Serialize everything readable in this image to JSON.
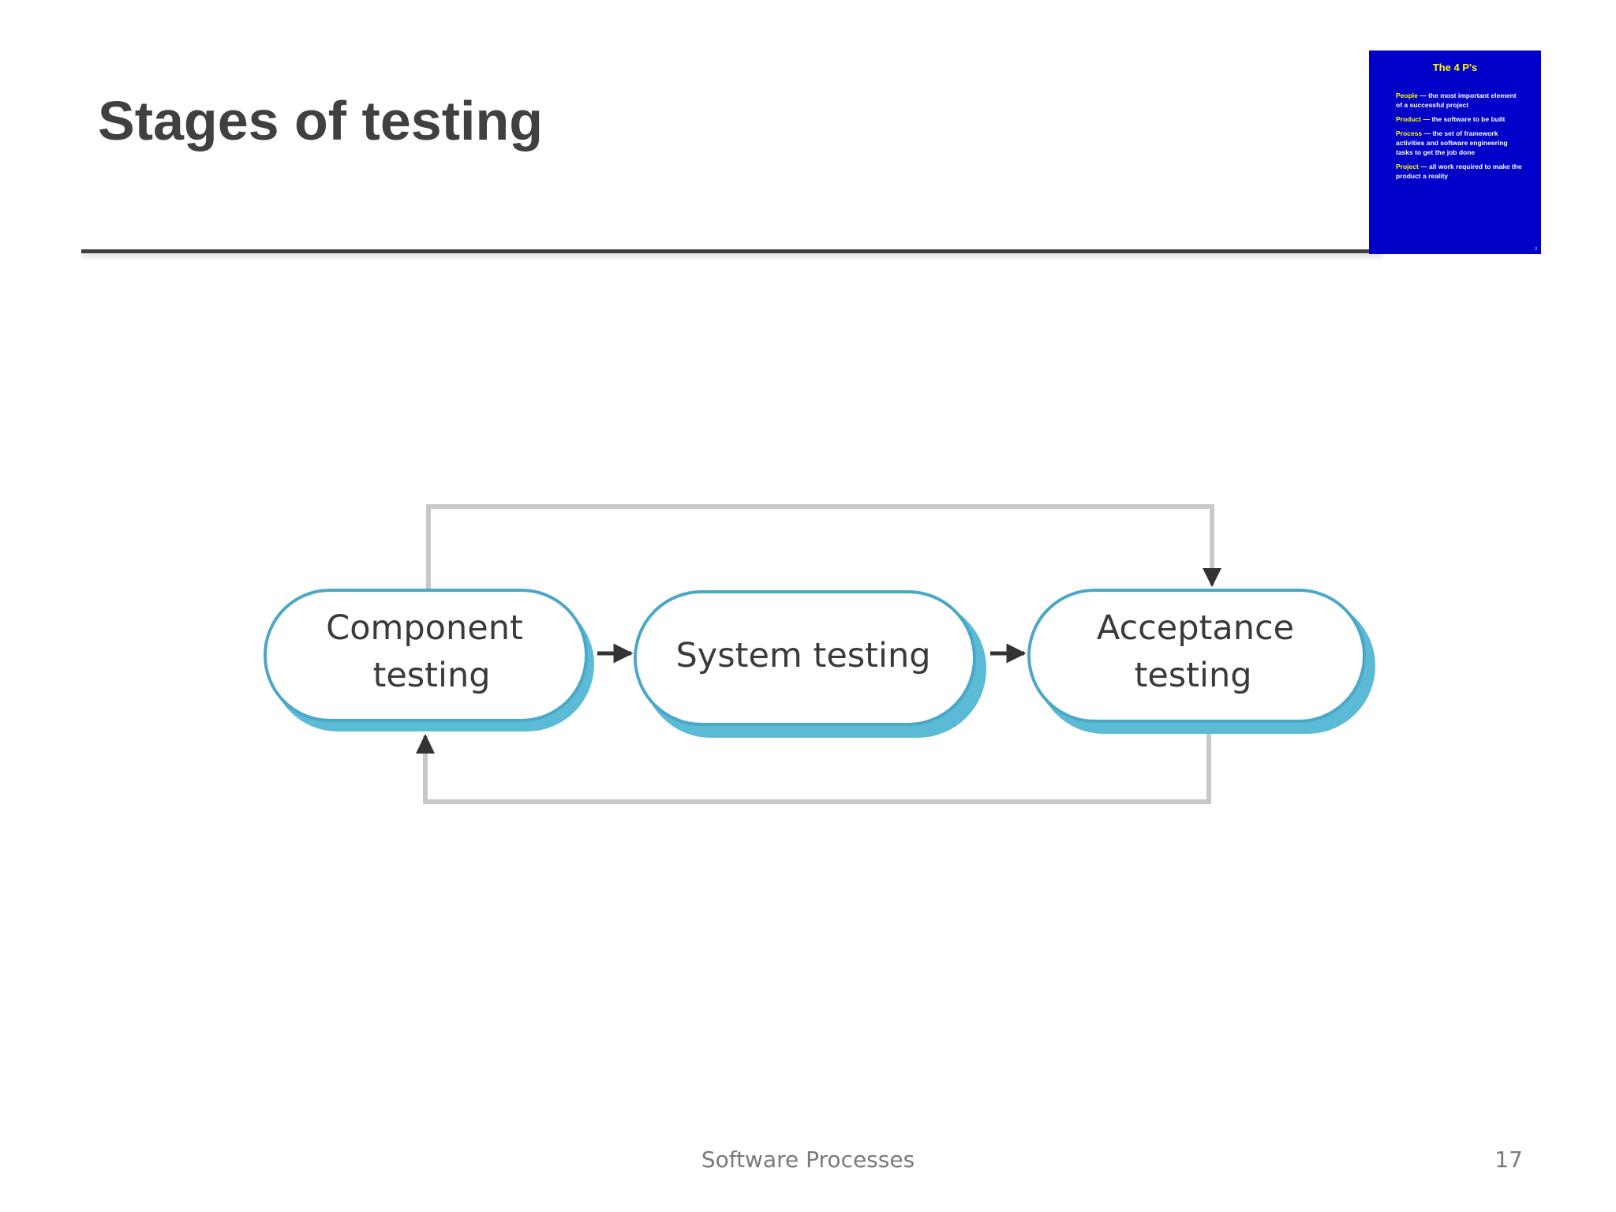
{
  "slide": {
    "title": "Stages of testing"
  },
  "thumbnail": {
    "title": "The 4 P's",
    "items": [
      {
        "term": "People",
        "text": " — the most important element of a successful project"
      },
      {
        "term": "Product",
        "text": " — the software to be built"
      },
      {
        "term": "Process",
        "text": " — the set of framework activities and software engineering tasks to get the job done"
      },
      {
        "term": "Project",
        "text": " — all work required to make the product a reality"
      }
    ],
    "page": "2",
    "background_color": "#0000c8",
    "term_color": "#ffff00"
  },
  "diagram": {
    "stages": [
      {
        "lines": [
          "Component",
          "testing"
        ]
      },
      {
        "lines": [
          "System testing"
        ]
      },
      {
        "lines": [
          "Acceptance",
          "testing"
        ]
      }
    ],
    "stage_fill": "#ffffff",
    "stage_shadow": "#5bbad5",
    "connector_color": "#c8c8c8",
    "arrow_color": "#333333"
  },
  "footer": {
    "title": "Software Processes",
    "page_number": "17"
  }
}
